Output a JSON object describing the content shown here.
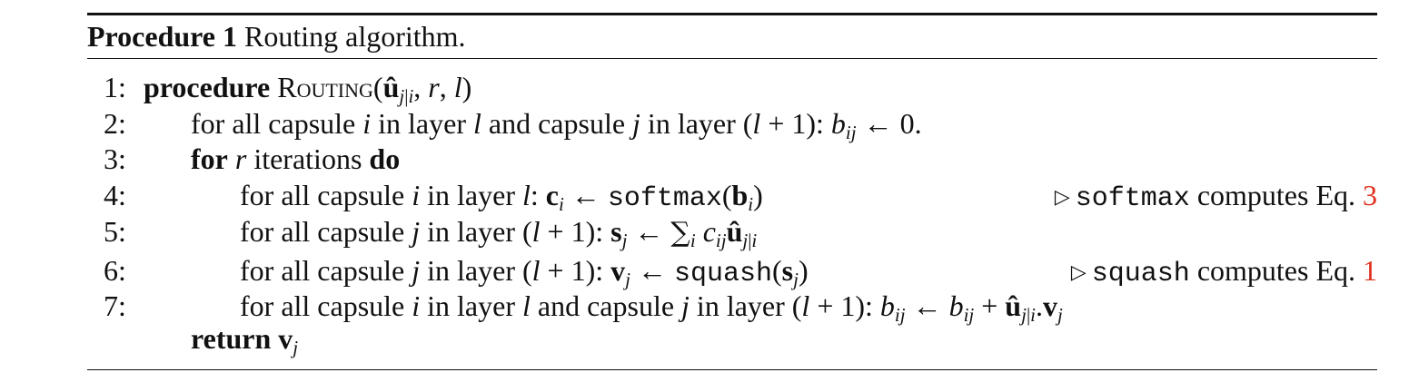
{
  "algorithm": {
    "caption_label": "Procedure 1",
    "caption_text": "Routing algorithm.",
    "lines": [
      {
        "number": "1:",
        "keyword": "procedure",
        "name": "Routing",
        "args": "(û_{j|i}, r, l)"
      },
      {
        "number": "2:",
        "text": "for all capsule i in layer l and capsule j in layer (l + 1): b_ij ← 0."
      },
      {
        "number": "3:",
        "keyword": "for",
        "mid": "r iterations",
        "keyword2": "do"
      },
      {
        "number": "4:",
        "text": "for all capsule i in layer l: c_i ← softmax(b_i)",
        "comment_fn": "softmax",
        "comment_text": "computes Eq.",
        "comment_ref": "3"
      },
      {
        "number": "5:",
        "text": "for all capsule j in layer (l + 1): s_j ← Σ_i c_ij û_{j|i}"
      },
      {
        "number": "6:",
        "text": "for all capsule j in layer (l + 1): v_j ← squash(s_j)",
        "comment_fn": "squash",
        "comment_text": "computes Eq.",
        "comment_ref": "1"
      },
      {
        "number": "7:",
        "text": "for all capsule i in layer l and capsule j in layer (l + 1): b_ij ← b_ij + û_{j|i}.v_j"
      },
      {
        "number": "",
        "keyword": "return",
        "text": "v_j"
      }
    ]
  },
  "colors": {
    "reference": "#e0301e",
    "text": "#111111"
  }
}
